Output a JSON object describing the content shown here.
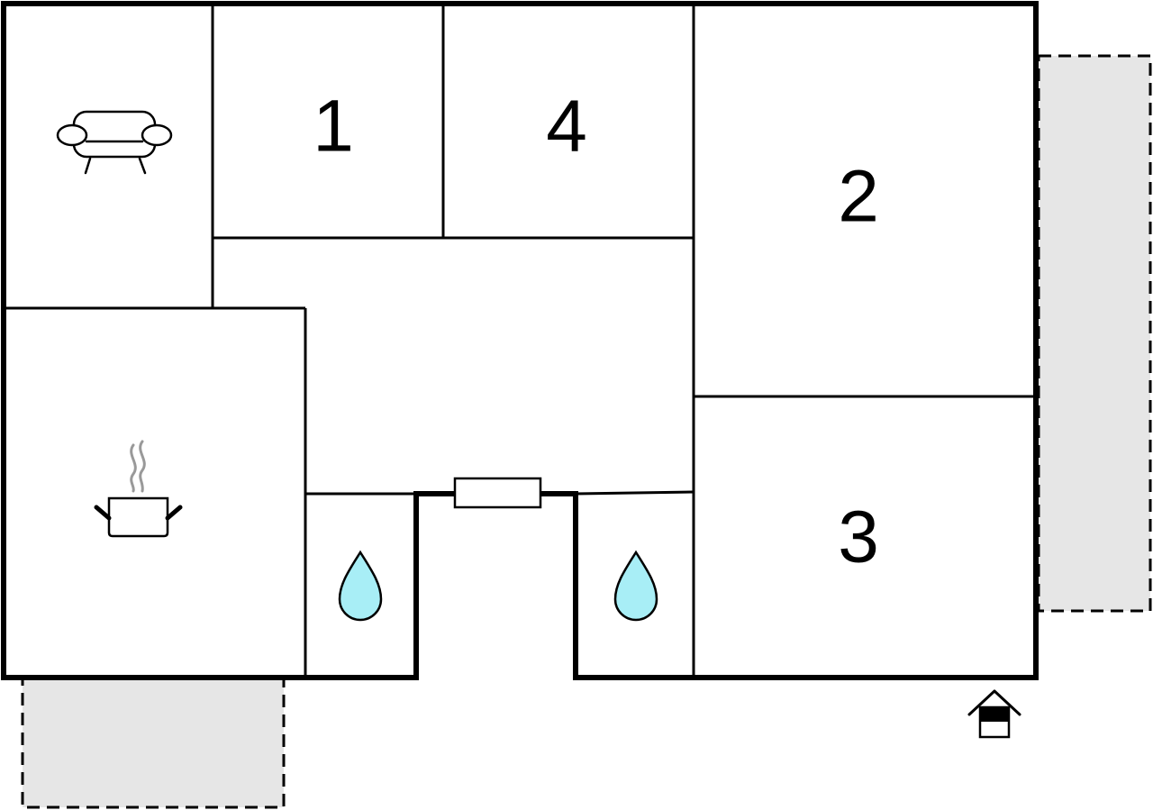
{
  "rooms": {
    "bedroom_1": {
      "label": "1"
    },
    "bedroom_2": {
      "label": "2"
    },
    "bedroom_3": {
      "label": "3"
    },
    "bedroom_4": {
      "label": "4"
    }
  },
  "icons": {
    "living_room": "sofa-icon",
    "kitchen": "cooking-pot-icon",
    "bathroom_left": "water-drop-icon",
    "bathroom_right": "water-drop-icon",
    "entrance": "house-entrance-icon"
  },
  "colors": {
    "wall": "#000000",
    "terrace": "#e6e6e6",
    "water": "#a8eef6",
    "steam": "#999999"
  }
}
